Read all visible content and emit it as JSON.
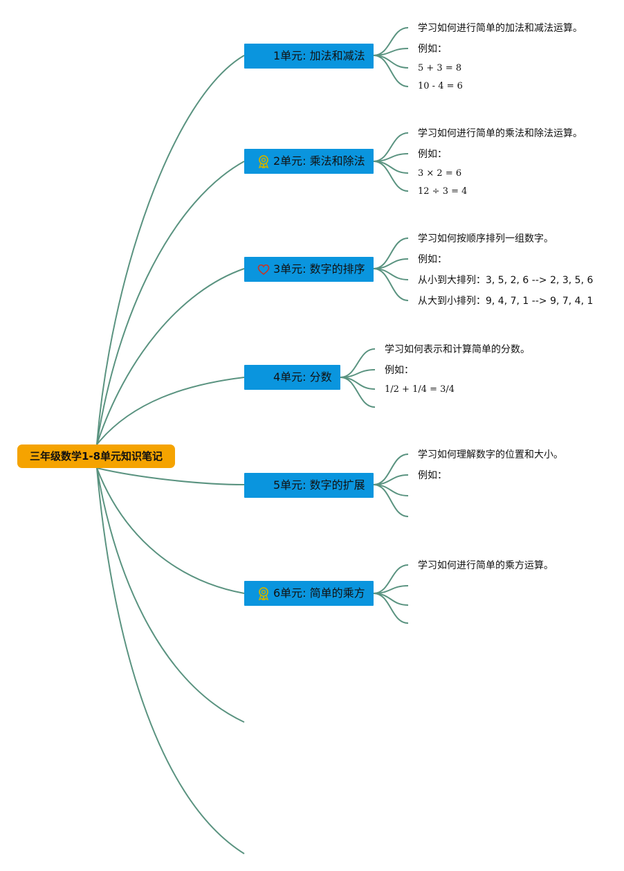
{
  "root": {
    "title": "三年级数学1-8单元知识笔记"
  },
  "units": [
    {
      "label": "1单元: 加法和减法",
      "icon": "none",
      "notes": [
        "学习如何进行简单的加法和减法运算。",
        "例如：",
        "5 + 3 = 8",
        "10 - 4 = 6"
      ]
    },
    {
      "label": "2单元: 乘法和除法",
      "icon": "award-ribbon-icon",
      "notes": [
        "学习如何进行简单的乘法和除法运算。",
        "例如：",
        "3 × 2 = 6",
        "12 ÷ 3 = 4"
      ]
    },
    {
      "label": "3单元: 数字的排序",
      "icon": "heart-icon",
      "notes": [
        "学习如何按顺序排列一组数字。",
        "例如：",
        "从小到大排列：3, 5, 2, 6 --> 2, 3, 5, 6",
        "从大到小排列：9, 4, 7, 1 --> 9, 7, 4, 1"
      ]
    },
    {
      "label": "4单元: 分数",
      "icon": "none",
      "notes": [
        "学习如何表示和计算简单的分数。",
        "例如：",
        "1/2 + 1/4 = 3/4",
        ""
      ]
    },
    {
      "label": "5单元: 数字的扩展",
      "icon": "none",
      "notes": [
        "学习如何理解数字的位置和大小。",
        "例如：",
        "",
        ""
      ]
    },
    {
      "label": "6单元: 简单的乘方",
      "icon": "award-ribbon-icon",
      "notes": [
        "学习如何进行简单的乘方运算。",
        "",
        "",
        ""
      ]
    }
  ],
  "colors": {
    "root": "#f5a300",
    "unit": "#0a95de",
    "line": "#5a9380",
    "award": "#c9b200",
    "heart": "#c0392b"
  }
}
